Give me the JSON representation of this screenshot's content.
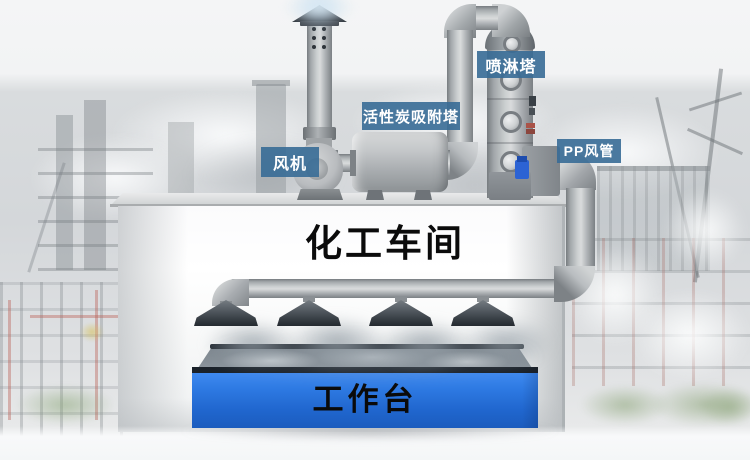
{
  "labels": {
    "fan": "风机",
    "carbon_adsorption_tower": "活性炭吸附塔",
    "spray_tower": "喷淋塔",
    "pp_duct": "PP风管",
    "workshop": "化工车间",
    "workbench": "工作台"
  },
  "colors": {
    "label_background": "#376b96",
    "label_text": "#ffffff",
    "workbench_blue": "#2273dd",
    "pipe_gray": "#b0b4b7",
    "hood_dark": "#3a4147",
    "title_text": "#0b0b0b"
  }
}
